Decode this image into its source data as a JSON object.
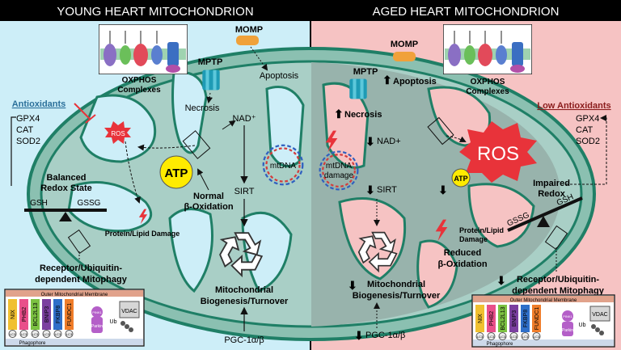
{
  "panels": {
    "young": {
      "title": "YOUNG HEART MITOCHONDRION",
      "background": "#cdeef8",
      "antioxidants_label": "Antioxidants",
      "antioxidants": [
        "GPX4",
        "CAT",
        "SOD2"
      ],
      "redox_label": [
        "Balanced",
        "Redox State"
      ],
      "gsh": "GSH",
      "gssg": "GSSG",
      "mitophagy_label": [
        "Receptor/Ubiquitin-",
        "dependent Mitophagy"
      ],
      "ros": "ROS",
      "atp": "ATP",
      "oxidation": [
        "Normal",
        "β-Oxidation"
      ],
      "damage": "Protein/Lipid Damage",
      "nad": "NAD⁺",
      "sirt": "SIRT",
      "mtdna": "mtDNA",
      "mptp": "MPTP",
      "momp": "MOMP",
      "apoptosis": "Apoptosis",
      "necrosis": "Necrosis",
      "oxphos": [
        "OXPHOS",
        "Complexes"
      ],
      "biogenesis": [
        "Mitochondrial",
        "Biogenesis/Turnover"
      ],
      "pgc": "PGC-1α/β"
    },
    "aged": {
      "title": "AGED HEART MITOCHONDRION",
      "background": "#f6c3c3",
      "antioxidants_label": "Low Antioxidants",
      "antioxidants": [
        "GPX4",
        "CAT",
        "SOD2"
      ],
      "redox_label": [
        "Impaired",
        "Redox"
      ],
      "gsh": "GSH",
      "gssg": "GSSG",
      "mitophagy_label": [
        "Receptor/Ubiquitin-",
        "dependent Mitophagy"
      ],
      "ros": "ROS",
      "atp": "ATP",
      "oxidation": [
        "Reduced",
        "β-Oxidation"
      ],
      "damage": [
        "Protein/Lipid",
        "Damage"
      ],
      "nad": "NAD+",
      "sirt": "SIRT",
      "mtdna": "mtDNA",
      "mtdna_damage": [
        "mtDNA",
        "damage"
      ],
      "mptp": "MPTP",
      "momp": "MOMP",
      "apoptosis": "Apoptosis",
      "necrosis": "Necrosis",
      "oxphos": [
        "OXPHOS",
        "Complexes"
      ],
      "biogenesis": [
        "Mitochondrial",
        "Biogenesis/Turnover"
      ],
      "pgc": "PGC-1α/β"
    }
  },
  "mitophagy_inset": {
    "outer_membrane": "Outer Mitochondrial Membrane",
    "phagophore": "Phagophore",
    "receptors": [
      {
        "label": "NIX",
        "color": "#f0c030"
      },
      {
        "label": "PHB2",
        "color": "#e94f8a"
      },
      {
        "label": "BCL2L13",
        "color": "#7cc242"
      },
      {
        "label": "BNIP3",
        "color": "#7b3fa0"
      },
      {
        "label": "FKBP8",
        "color": "#2f6fc9"
      },
      {
        "label": "FUNDC1",
        "color": "#f07d2a"
      }
    ],
    "lc3": "LC3",
    "parkin": "Parkin",
    "pink1": "PINK1",
    "ub": "Ub",
    "vdac": "VDAC"
  },
  "colors": {
    "membrane": "#7fb8a9",
    "membrane_dark": "#1f7f66",
    "matrix_young": "#9fc6bd",
    "matrix_aged": "#9ab5ad",
    "ros_red": "#e8333a",
    "atp_yellow": "#ffeb00",
    "header_bg": "#000000"
  }
}
